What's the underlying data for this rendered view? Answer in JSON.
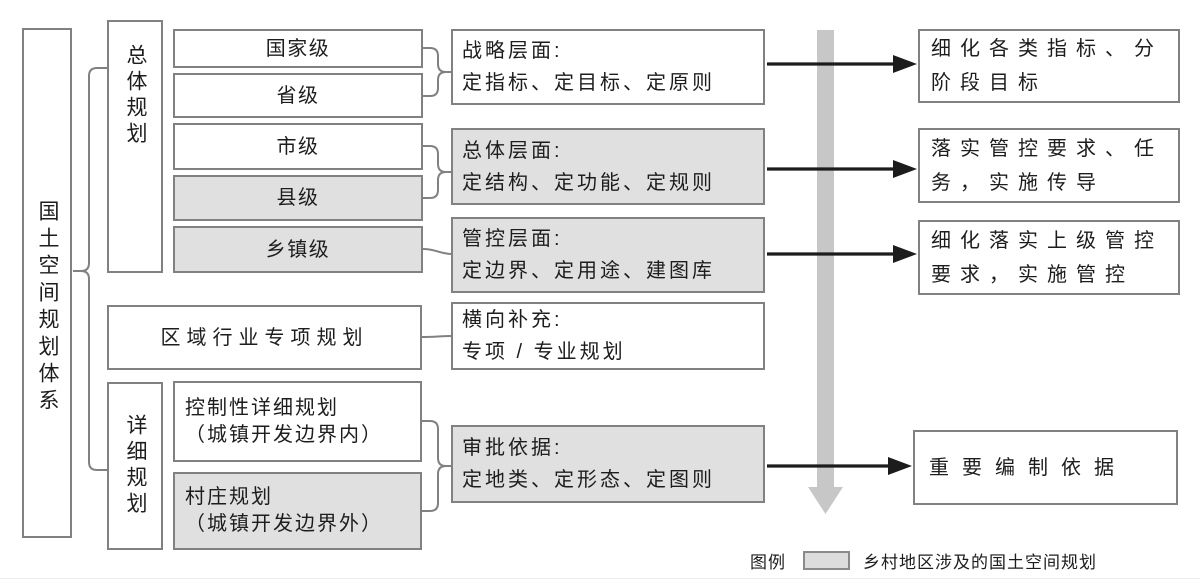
{
  "root": {
    "label": "国土空间规划体系"
  },
  "groups": {
    "overall": "总体规划",
    "detailed": "详细规划"
  },
  "levels": {
    "national": "国家级",
    "provincial": "省级",
    "municipal": "市级",
    "county": "县级",
    "township": "乡镇级"
  },
  "regional": {
    "label": "区域行业专项规划"
  },
  "detail_plans": {
    "regulatory": "控制性详细规划\n（城镇开发边界内）",
    "village": "村庄规划\n（城镇开发边界外）"
  },
  "layers": {
    "strategic": "战略层面:\n定指标、定目标、定原则",
    "overall": "总体层面:\n定结构、定功能、定规则",
    "control": "管控层面:\n定边界、定用途、建图库",
    "horizontal": "横向补充:\n专项 / 专业规划",
    "approval": "审批依据:\n定地类、定形态、定图则"
  },
  "outcomes": {
    "refine_targets": "细化各类指标、分\n阶段目标",
    "implement_transmit": "落实管控要求、任\n务，实施传导",
    "refine_control": "细化落实上级管控\n要求，实施管控",
    "basis": "重要编制依据"
  },
  "legend": {
    "title": "图例",
    "item": "乡村地区涉及的国土空间规划"
  },
  "colors": {
    "highlight_fill": "#e0e0e0",
    "box_border": "#818181",
    "black_arrow": "#1c1c1c",
    "gray_arrow": "#c7c7c7"
  }
}
